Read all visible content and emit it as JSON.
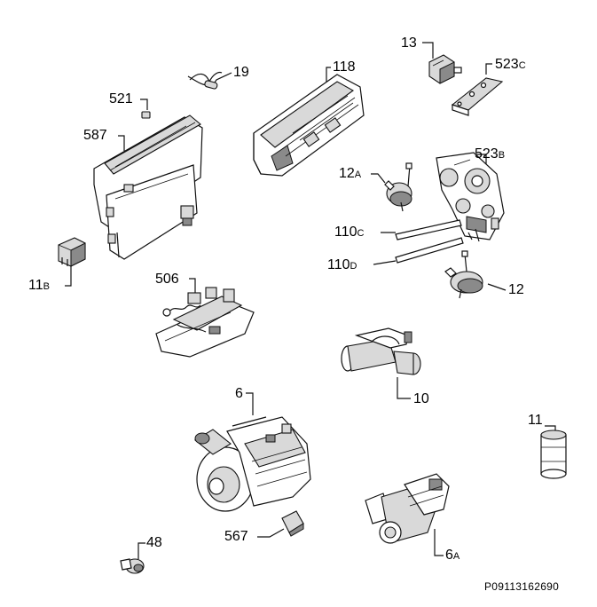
{
  "diagram": {
    "document_code": "P09113162690",
    "parts": [
      {
        "id": "13",
        "main": "13",
        "suffix": ""
      },
      {
        "id": "19",
        "main": "19",
        "suffix": ""
      },
      {
        "id": "118",
        "main": "118",
        "suffix": ""
      },
      {
        "id": "521",
        "main": "521",
        "suffix": ""
      },
      {
        "id": "523C",
        "main": "523",
        "suffix": "C"
      },
      {
        "id": "587",
        "main": "587",
        "suffix": ""
      },
      {
        "id": "12A",
        "main": "12",
        "suffix": "A"
      },
      {
        "id": "523B",
        "main": "523",
        "suffix": "B"
      },
      {
        "id": "110C",
        "main": "110",
        "suffix": "C"
      },
      {
        "id": "110D",
        "main": "110",
        "suffix": "D"
      },
      {
        "id": "11B",
        "main": "11",
        "suffix": "B"
      },
      {
        "id": "506",
        "main": "506",
        "suffix": ""
      },
      {
        "id": "12",
        "main": "12",
        "suffix": ""
      },
      {
        "id": "10",
        "main": "10",
        "suffix": ""
      },
      {
        "id": "6",
        "main": "6",
        "suffix": ""
      },
      {
        "id": "11",
        "main": "11",
        "suffix": ""
      },
      {
        "id": "567",
        "main": "567",
        "suffix": ""
      },
      {
        "id": "48",
        "main": "48",
        "suffix": ""
      },
      {
        "id": "6A",
        "main": "6",
        "suffix": "A"
      }
    ]
  }
}
